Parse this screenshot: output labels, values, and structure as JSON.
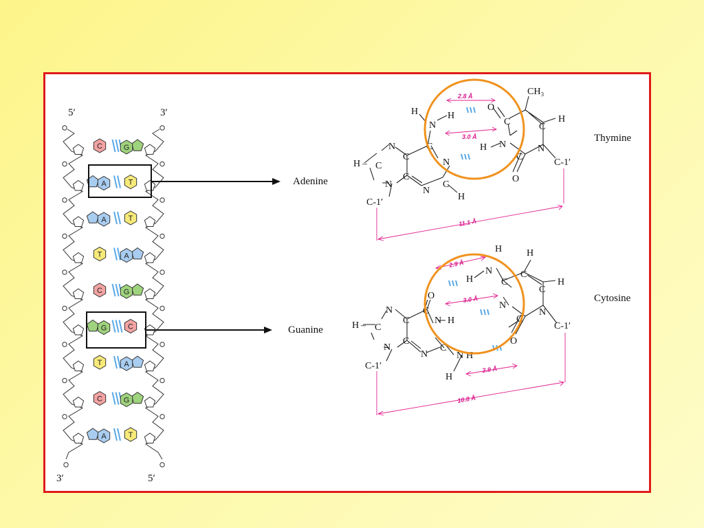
{
  "helix": {
    "strand_top_left": "5′",
    "strand_top_right": "3′",
    "strand_bottom_left": "3′",
    "strand_bottom_right": "5′",
    "pairs": [
      {
        "left": "C",
        "right": "G"
      },
      {
        "left": "A",
        "right": "T"
      },
      {
        "left": "A",
        "right": "T"
      },
      {
        "left": "T",
        "right": "A"
      },
      {
        "left": "C",
        "right": "G"
      },
      {
        "left": "G",
        "right": "C"
      },
      {
        "left": "T",
        "right": "A"
      },
      {
        "left": "C",
        "right": "G"
      },
      {
        "left": "A",
        "right": "T"
      }
    ]
  },
  "at_pair": {
    "purine": "Adenine",
    "pyrimidine": "Thymine",
    "methyl": "CH₃",
    "sugar_left": "C-1′",
    "sugar_right": "C-1′",
    "hbond_1": "2.8 Å",
    "hbond_2": "3.0 Å",
    "span": "11.1 Å"
  },
  "gc_pair": {
    "purine": "Guanine",
    "pyrimidine": "Cytosine",
    "sugar_left": "C-1′",
    "sugar_right": "C-1′",
    "hbond_1": "2.9 Å",
    "hbond_2": "3.0 Å",
    "hbond_3": "2.9 Å",
    "span": "10.8 Å"
  },
  "atoms": {
    "H": "H",
    "N": "N",
    "C": "C",
    "O": "O"
  },
  "colors": {
    "frame": "#e01b1b",
    "highlight_circle": "#f0921e",
    "cytosine": "#f4a3a3",
    "guanine": "#9fd37d",
    "adenine": "#a9cdf0",
    "thymine": "#f7ea7a",
    "hydrogen_bond": "#5aa9e6",
    "dimension": "#e0228f"
  }
}
